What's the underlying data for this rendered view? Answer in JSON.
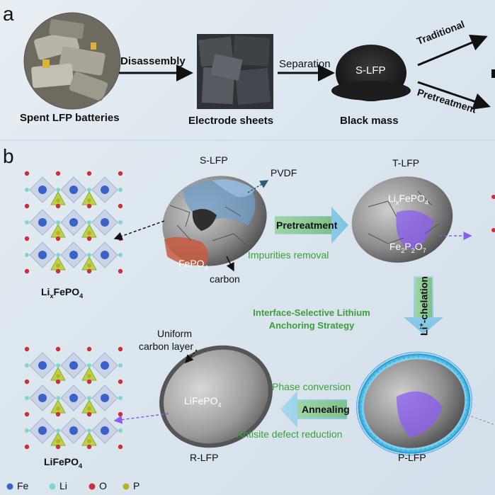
{
  "panel_a": {
    "letter": "a",
    "spent_label": "Spent LFP batteries",
    "disassembly": "Disassembly",
    "electrode_label": "Electrode sheets",
    "separation": "Separation",
    "slfp_in_pile": "S-LFP",
    "black_mass": "Black mass",
    "traditional": "Traditional",
    "pretreatment": "Pretreatment"
  },
  "panel_b": {
    "letter": "b",
    "s_lfp": "S-LFP",
    "pvdf": "PVDF",
    "fepo4": "FePO",
    "fepo4_sub": "4",
    "carbon": "carbon",
    "t_lfp": "T-LFP",
    "lixfepo4_inner_pre": "Li",
    "lixfepo4_inner_x": "x",
    "lixfepo4_inner_post": "FePO",
    "lixfepo4_inner_sub": "4",
    "fe2p2o7_a": "Fe",
    "fe2p2o7_s1": "2",
    "fe2p2o7_b": "P",
    "fe2p2o7_s2": "2",
    "fe2p2o7_c": "O",
    "fe2p2o7_s3": "7",
    "pretreatment_box": "Pretreatment",
    "impurities": "Impurities removal",
    "li_chelation_pre": "Li",
    "li_chelation_sup": "+",
    "li_chelation_post": "-chelation",
    "strategy_line1": "Interface-Selective Lithium",
    "strategy_line2": "Anchoring Strategy",
    "uniform_line1": "Uniform",
    "uniform_line2": "carbon layer",
    "rlfp_inner": "LiFePO",
    "rlfp_inner_sub": "4",
    "r_lfp": "R-LFP",
    "phase_conversion": "Phase conversion",
    "annealing": "Annealing",
    "antisite": "Antisite defect reduction",
    "p_lfp": "P-LFP",
    "crystal1_pre": "Li",
    "crystal1_x": "x",
    "crystal1_post": "FePO",
    "crystal1_sub": "4",
    "crystal2": "LiFePO",
    "crystal2_sub": "4",
    "legend": [
      {
        "label": "Fe",
        "color": "#3a62c8"
      },
      {
        "label": "Li",
        "color": "#7fd6cf"
      },
      {
        "label": "O",
        "color": "#c9303a"
      },
      {
        "label": "P",
        "color": "#b9b02a"
      }
    ]
  },
  "colors": {
    "arrow_green": "#8ec89a",
    "text_green": "#3aa03a",
    "arrow_blue": "#9fd3e8",
    "accent_purple": "#8a5cf0"
  }
}
